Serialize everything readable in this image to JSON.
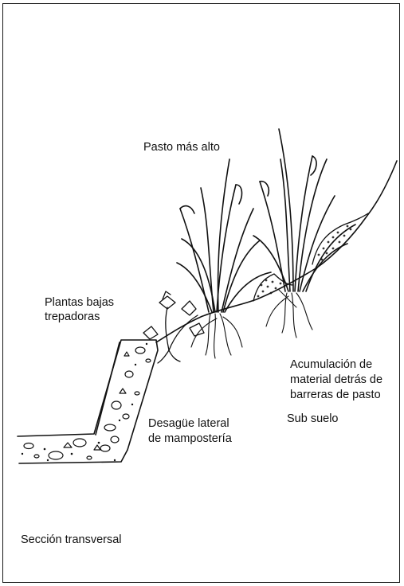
{
  "labels": {
    "tall_grass": "Pasto más alto",
    "low_plants_line1": "Plantas bajas",
    "low_plants_line2": "trepadoras",
    "accumulation_line1": "Acumulación de",
    "accumulation_line2": "material detrás de",
    "accumulation_line3": "barreras de pasto",
    "drain_line1": "Desagüe lateral",
    "drain_line2": "de mampostería",
    "subsoil": "Sub suelo",
    "section": "Sección transversal"
  },
  "colors": {
    "ink": "#111111",
    "background": "#ffffff"
  }
}
